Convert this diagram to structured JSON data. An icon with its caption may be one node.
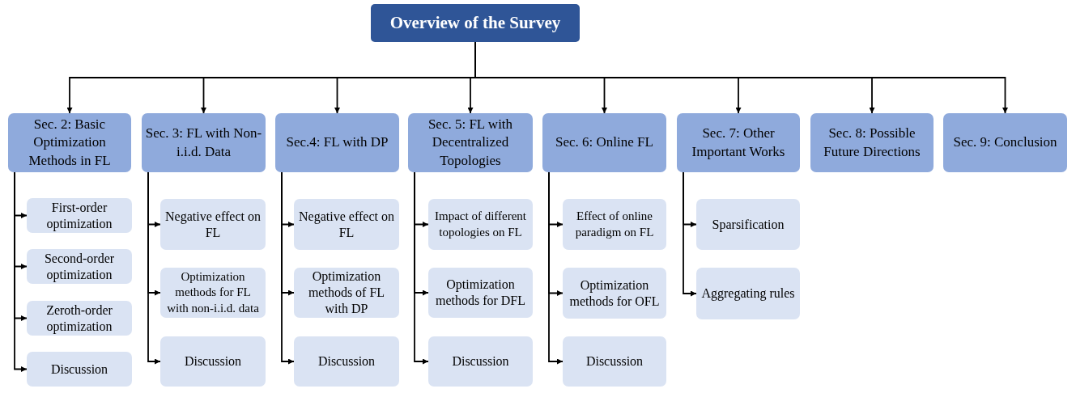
{
  "diagram": {
    "nodes": [
      {
        "text": [
          "Overview of the Survey"
        ]
      },
      {
        "text": [
          "Sec. 2: Basic Optimization Methods in FL"
        ]
      },
      {
        "text": [
          "Sec. 3: FL with Non-i.i.d. Data"
        ]
      },
      {
        "text": [
          "Sec.4: FL with DP"
        ]
      },
      {
        "text": [
          "Sec. 5: FL with Decentralized Topologies"
        ]
      },
      {
        "text": [
          "Sec. 6: Online FL"
        ]
      },
      {
        "text": [
          "Sec. 7: Other Important Works"
        ]
      },
      {
        "text": [
          "Sec. 8: Possible Future Directions"
        ]
      },
      {
        "text": [
          "Sec. 9: Conclusion"
        ]
      },
      {
        "text": [
          "First-order optimization"
        ]
      },
      {
        "text": [
          "Second-order optimization"
        ]
      },
      {
        "text": [
          "Zeroth-order optimization"
        ]
      },
      {
        "text": [
          "Discussion"
        ]
      },
      {
        "text": [
          "Negative effect on FL"
        ]
      },
      {
        "text": [
          "Optimization methods for FL with non-i.i.d. data"
        ]
      },
      {
        "text": [
          "Discussion"
        ]
      },
      {
        "text": [
          "Negative effect on FL"
        ]
      },
      {
        "text": [
          "Optimization methods of FL with DP"
        ]
      },
      {
        "text": [
          "Discussion"
        ]
      },
      {
        "text": [
          "Impact of different topologies on FL"
        ]
      },
      {
        "text": [
          "Optimization methods for DFL"
        ]
      },
      {
        "text": [
          "Discussion"
        ]
      },
      {
        "text": [
          "Effect of online paradigm on FL"
        ]
      },
      {
        "text": [
          "Optimization methods for OFL"
        ]
      },
      {
        "text": [
          "Discussion"
        ]
      },
      {
        "text": [
          "Sparsification"
        ]
      },
      {
        "text": [
          "Aggregating rules"
        ]
      }
    ],
    "edges": [
      {
        "from": 0,
        "to": 1,
        "arrow": "to"
      },
      {
        "from": 0,
        "to": 2,
        "arrow": "to"
      },
      {
        "from": 0,
        "to": 3,
        "arrow": "to"
      },
      {
        "from": 0,
        "to": 4,
        "arrow": "to"
      },
      {
        "from": 0,
        "to": 5,
        "arrow": "to"
      },
      {
        "from": 0,
        "to": 6,
        "arrow": "to"
      },
      {
        "from": 0,
        "to": 7,
        "arrow": "to"
      },
      {
        "from": 0,
        "to": 8,
        "arrow": "to"
      },
      {
        "from": 1,
        "to": 9,
        "arrow": "to"
      },
      {
        "from": 1,
        "to": 10,
        "arrow": "to"
      },
      {
        "from": 1,
        "to": 11,
        "arrow": "to"
      },
      {
        "from": 1,
        "to": 12,
        "arrow": "to"
      },
      {
        "from": 2,
        "to": 13,
        "arrow": "to"
      },
      {
        "from": 2,
        "to": 14,
        "arrow": "to"
      },
      {
        "from": 2,
        "to": 15,
        "arrow": "to"
      },
      {
        "from": 3,
        "to": 16,
        "arrow": "to"
      },
      {
        "from": 3,
        "to": 17,
        "arrow": "to"
      },
      {
        "from": 3,
        "to": 18,
        "arrow": "to"
      },
      {
        "from": 4,
        "to": 19,
        "arrow": "to"
      },
      {
        "from": 4,
        "to": 20,
        "arrow": "to"
      },
      {
        "from": 4,
        "to": 21,
        "arrow": "to"
      },
      {
        "from": 5,
        "to": 22,
        "arrow": "to"
      },
      {
        "from": 5,
        "to": 23,
        "arrow": "to"
      },
      {
        "from": 5,
        "to": 24,
        "arrow": "to"
      },
      {
        "from": 6,
        "to": 25,
        "arrow": "to"
      },
      {
        "from": 6,
        "to": 26,
        "arrow": "to"
      }
    ]
  }
}
